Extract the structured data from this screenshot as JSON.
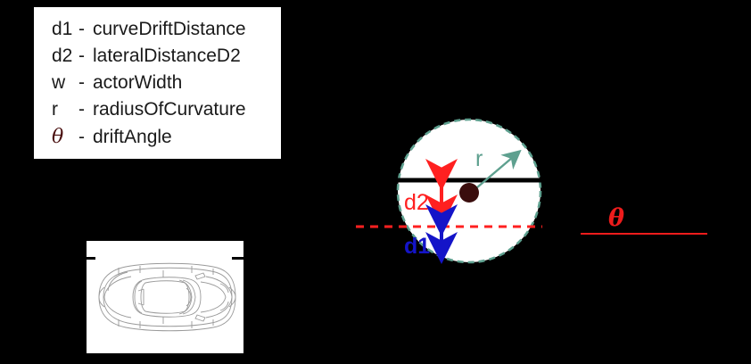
{
  "legend": {
    "rows": [
      {
        "symbol": "d1",
        "dash": "-",
        "text": "curveDriftDistance"
      },
      {
        "symbol": "d2",
        "dash": "-",
        "text": "lateralDistanceD2"
      },
      {
        "symbol": "w",
        "dash": "-",
        "text": "actorWidth"
      },
      {
        "symbol": "r",
        "dash": "-",
        "text": "radiusOfCurvature"
      },
      {
        "symbol": "θ",
        "dash": "-",
        "text": "driftAngle"
      }
    ]
  },
  "diagram": {
    "radius_label": "r",
    "lateral_distance_label": "d2",
    "curve_drift_label": "d1",
    "drift_angle_label": "θ"
  },
  "colors": {
    "background": "#000000",
    "panel": "#ffffff",
    "circle_outline": "#5ea08f",
    "radius_arrow": "#5ea08f",
    "center_dot": "#3a0d0d",
    "chord_line": "#000000",
    "d2_red": "#ff2020",
    "d1_blue": "#1414c8",
    "dashed_ref_line": "#ff2020",
    "theta_red": "#ee1c1c",
    "legend_theta": "#4a1010",
    "legend_text": "#1a1a1a",
    "car_outline": "#9a9a9a"
  },
  "icons": {
    "car": "car-top-view-icon",
    "radius_arrow": "radius-arrow-icon",
    "d2_arrow": "double-headed-arrow-icon",
    "d1_arrow": "double-headed-arrow-icon",
    "center": "circle-center-dot-icon"
  }
}
